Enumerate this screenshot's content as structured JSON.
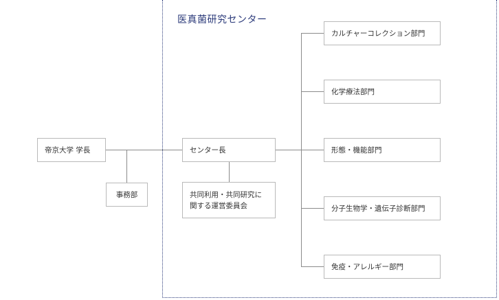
{
  "center_title": "医真菌研究センター",
  "president": "帝京大学 学長",
  "office": "事務部",
  "director": "センター長",
  "committee": {
    "line1": "共同利用・共同研究に",
    "line2": "関する運営委員会"
  },
  "departments": [
    "カルチャーコレクション部門",
    "化学療法部門",
    "形態・機能部門",
    "分子生物学・遺伝子診断部門",
    "免疫・アレルギー部門"
  ],
  "colors": {
    "title": "#2b3a7a",
    "border": "#b9b9b9",
    "line": "#8a8a8a"
  }
}
